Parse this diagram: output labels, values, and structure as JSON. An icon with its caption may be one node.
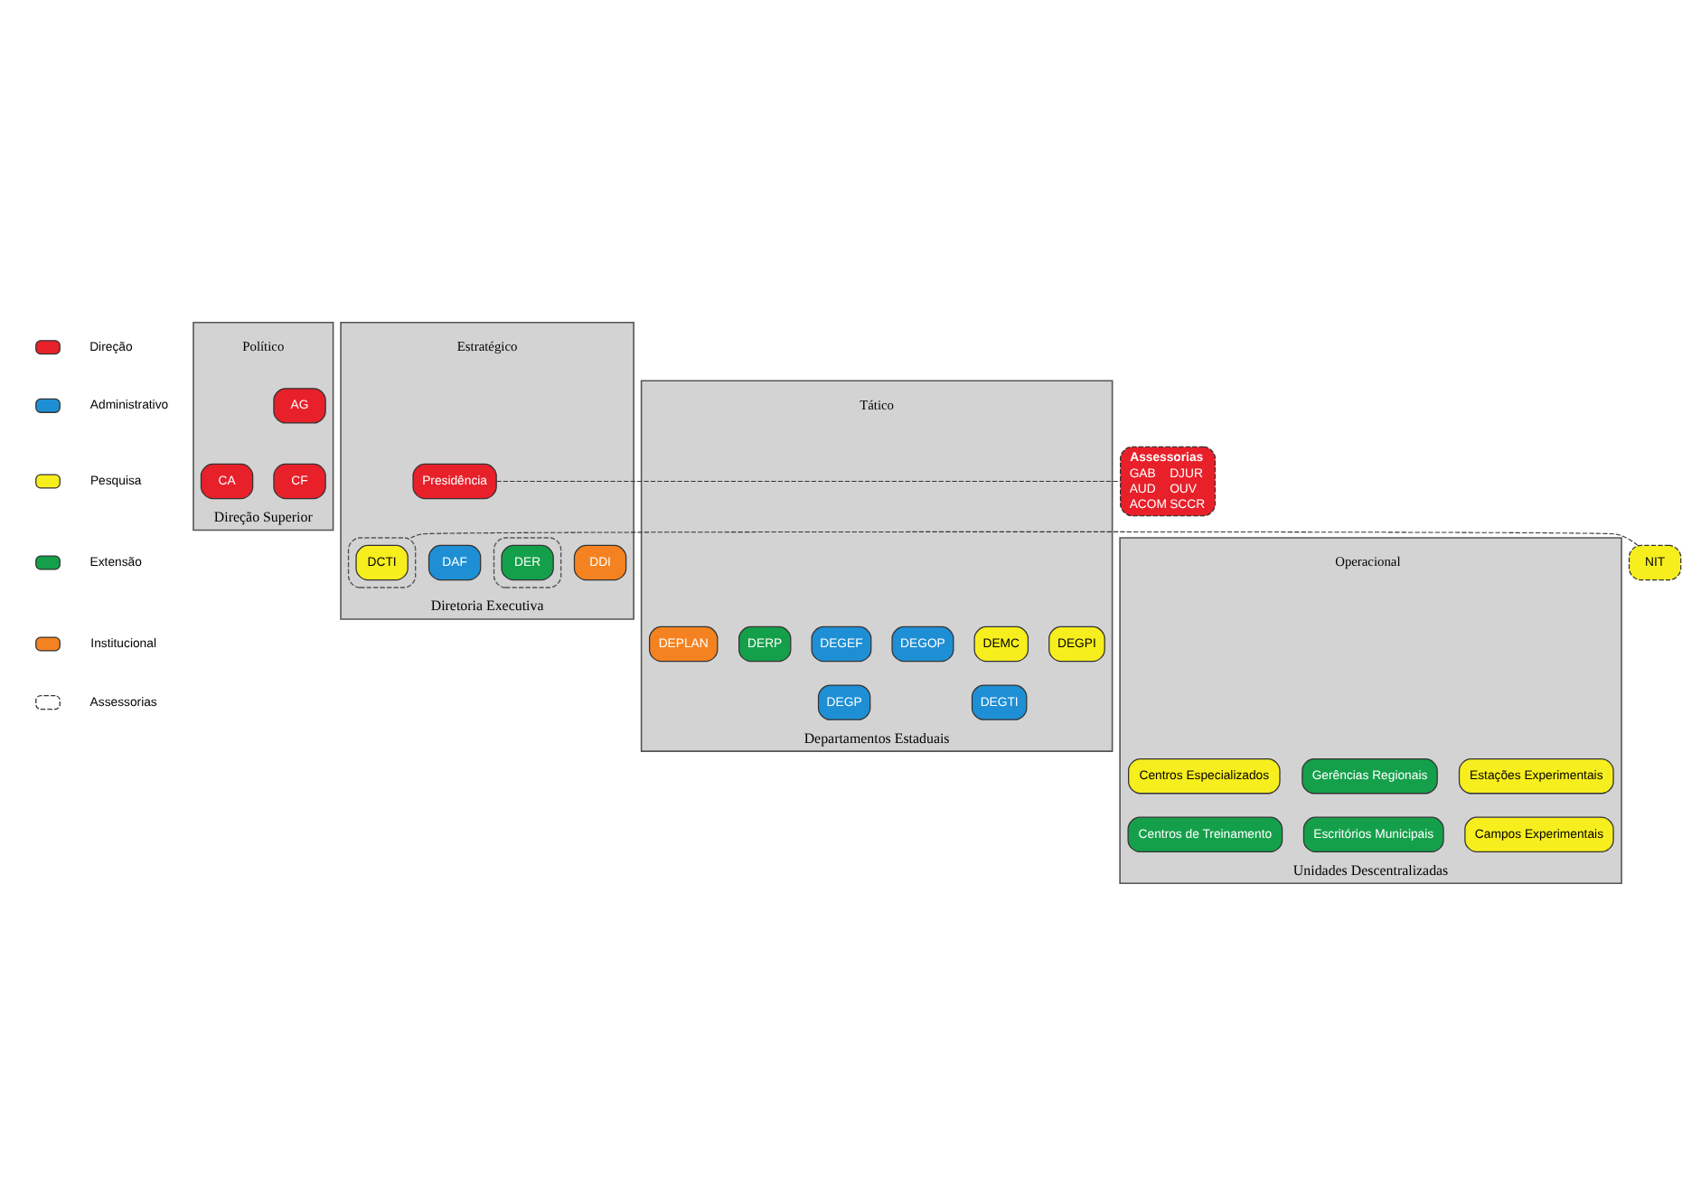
{
  "diagram": {
    "nodes": [
      {
        "text": [
          "Direção Superior"
        ],
        "beside": [
          "Político"
        ]
      },
      {
        "text": [
          "AG"
        ],
        "in": 0
      },
      {
        "text": [
          "CA"
        ],
        "in": 0
      },
      {
        "text": [
          "CF"
        ],
        "in": 0
      },
      {
        "text": [
          "Diretoria Executiva"
        ],
        "beside": [
          "Estratégico"
        ]
      },
      {
        "text": [
          "Presidência"
        ],
        "in": 4
      },
      {
        "text": [],
        "shape": "box",
        "in": 4
      },
      {
        "text": [
          "DCTI"
        ],
        "in": 6
      },
      {
        "text": [
          "DAF"
        ],
        "in": 4
      },
      {
        "text": [],
        "shape": "box",
        "in": 4
      },
      {
        "text": [
          "DER"
        ],
        "in": 9
      },
      {
        "text": [
          "DDI"
        ],
        "in": 4
      },
      {
        "text": [
          "NIT"
        ]
      },
      {
        "text": [
          "Assessorias",
          "GAB",
          "DJUR",
          "AUD",
          "OUV",
          "ACOM",
          "SCCR"
        ]
      },
      {
        "text": [
          "Departamentos Estaduais"
        ],
        "beside": [
          "Tático"
        ]
      },
      {
        "text": [
          "DEGPI"
        ],
        "in": 14
      },
      {
        "text": [
          "DEMC"
        ],
        "in": 14
      },
      {
        "text": [
          "DEGEF"
        ],
        "in": 14
      },
      {
        "text": [
          "DEGOP"
        ],
        "in": 14
      },
      {
        "text": [
          "DEGP"
        ],
        "in": 14
      },
      {
        "text": [
          "DEGTI"
        ],
        "in": 14
      },
      {
        "text": [
          "DERP"
        ],
        "in": 14
      },
      {
        "text": [
          "DEPLAN"
        ],
        "in": 14
      },
      {
        "text": [
          "Unidades Descentralizadas"
        ],
        "beside": [
          "Operacional"
        ]
      },
      {
        "text": [
          "Estações Experimentais"
        ],
        "in": 23
      },
      {
        "text": [
          "Centros Especializados"
        ],
        "in": 23
      },
      {
        "text": [
          "Gerências Regionais"
        ],
        "in": 23
      },
      {
        "text": [
          "Campos Experimentais"
        ],
        "in": 23
      },
      {
        "text": [
          "Centros de Treinamento"
        ],
        "in": 23
      },
      {
        "text": [
          "Escritórios Municipais"
        ],
        "in": 23
      }
    ],
    "edges": [
      {
        "from": 5,
        "to": 13,
        "arrow": "none",
        "style": "dashed"
      },
      {
        "from": 12,
        "to": 6,
        "arrow": "none",
        "style": "dashed"
      }
    ],
    "legend": [
      {
        "text": "Direção",
        "color": "#e8202a"
      },
      {
        "text": "Administrativo",
        "color": "#1e8fd5"
      },
      {
        "text": "Pesquisa",
        "color": "#f7ee1e"
      },
      {
        "text": "Extensão",
        "color": "#14a04a"
      },
      {
        "text": "Institucional",
        "color": "#f58220"
      },
      {
        "text": "Assessorias"
      }
    ]
  }
}
